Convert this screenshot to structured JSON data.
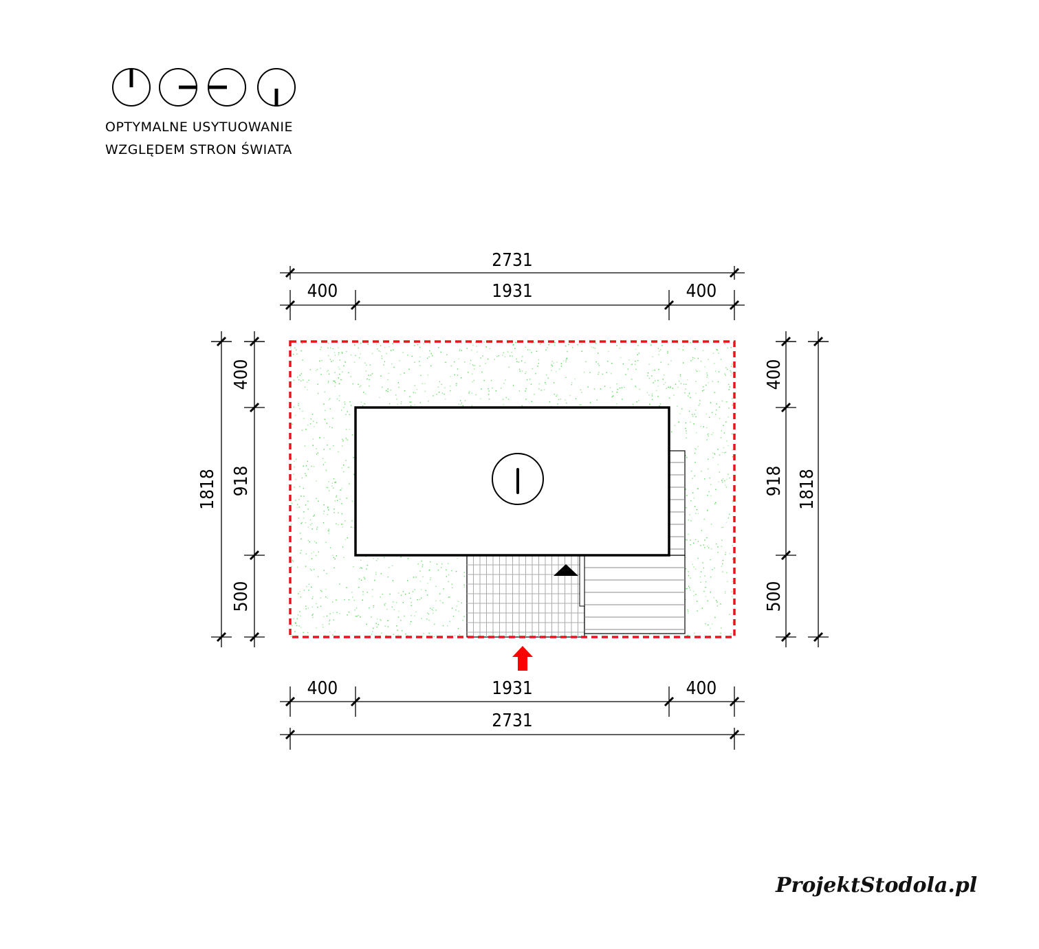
{
  "orientation": {
    "caption_line1": "OPTYMALNE USYTUOWANIE",
    "caption_line2": "WZGLĘDEM STRON ŚWIATA",
    "icons": [
      "orientation-north-icon",
      "orientation-east-icon",
      "orientation-west-icon",
      "orientation-south-icon"
    ]
  },
  "dimensions": {
    "top_total": "2731",
    "top_left": "400",
    "top_mid": "1931",
    "top_right": "400",
    "bottom_left": "400",
    "bottom_mid": "1931",
    "bottom_right": "400",
    "bottom_total": "2731",
    "left_total": "1818",
    "left_top": "400",
    "left_mid": "918",
    "left_bottom": "500",
    "right_top": "400",
    "right_mid": "918",
    "right_bottom": "500",
    "right_total": "1818"
  },
  "colors": {
    "plot_border": "#e8141a",
    "grass": "#3fd43f",
    "arrow": "#ff0000"
  },
  "logo": "ProjektStodola.pl"
}
